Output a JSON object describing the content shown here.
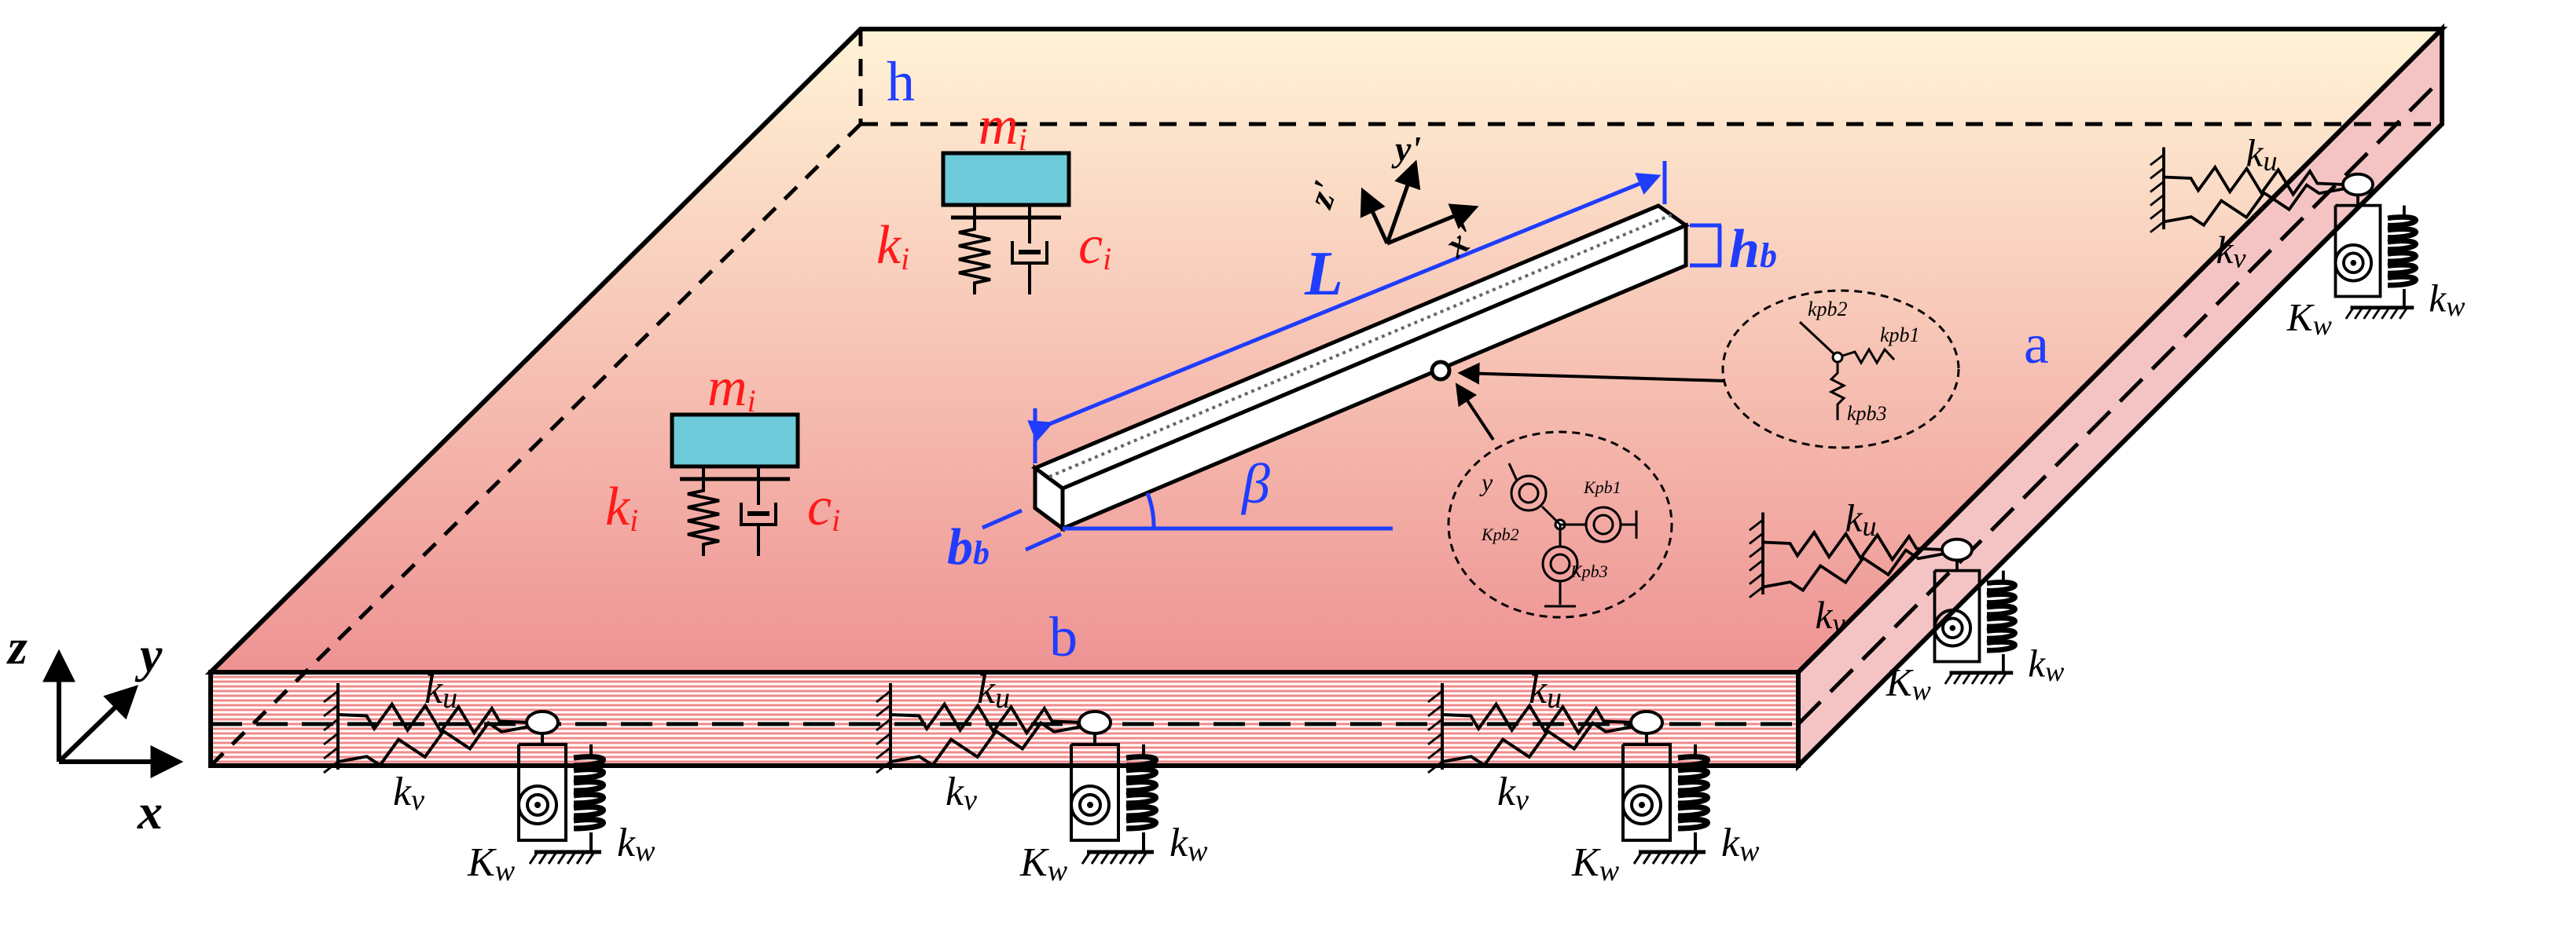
{
  "colors": {
    "plate_top_light": "#fff3d6",
    "plate_top_dark": "#ee9393",
    "mass_fill": "#6ccad9",
    "accent_blue": "#1f3cff",
    "accent_red": "#ff1a1a",
    "stroke": "#000000"
  },
  "labels": {
    "h": "h",
    "a": "a",
    "b": "b",
    "L": "L",
    "beta": "β",
    "hb_main": "h",
    "hb_sub": "b",
    "bb_main": "b",
    "bb_sub": "b",
    "axis_x": "x",
    "axis_y": "y",
    "axis_z": "z",
    "local_x": "x'",
    "local_y": "y'",
    "local_z": "z'"
  },
  "oscillators": [
    {
      "mass_main": "m",
      "mass_sub": "i",
      "spring_main": "k",
      "spring_sub": "i",
      "damper_main": "c",
      "damper_sub": "i"
    },
    {
      "mass_main": "m",
      "mass_sub": "i",
      "spring_main": "k",
      "spring_sub": "i",
      "damper_main": "c",
      "damper_sub": "i"
    }
  ],
  "supports": {
    "ku": "ku",
    "kv": "kv",
    "kw": "kw",
    "Kw": "Kw"
  },
  "joint_insets": {
    "translational": [
      "kpb2",
      "kpb1",
      "kpb3"
    ],
    "rotational": [
      "Kpb1",
      "Kpb2",
      "Kpb3"
    ]
  }
}
